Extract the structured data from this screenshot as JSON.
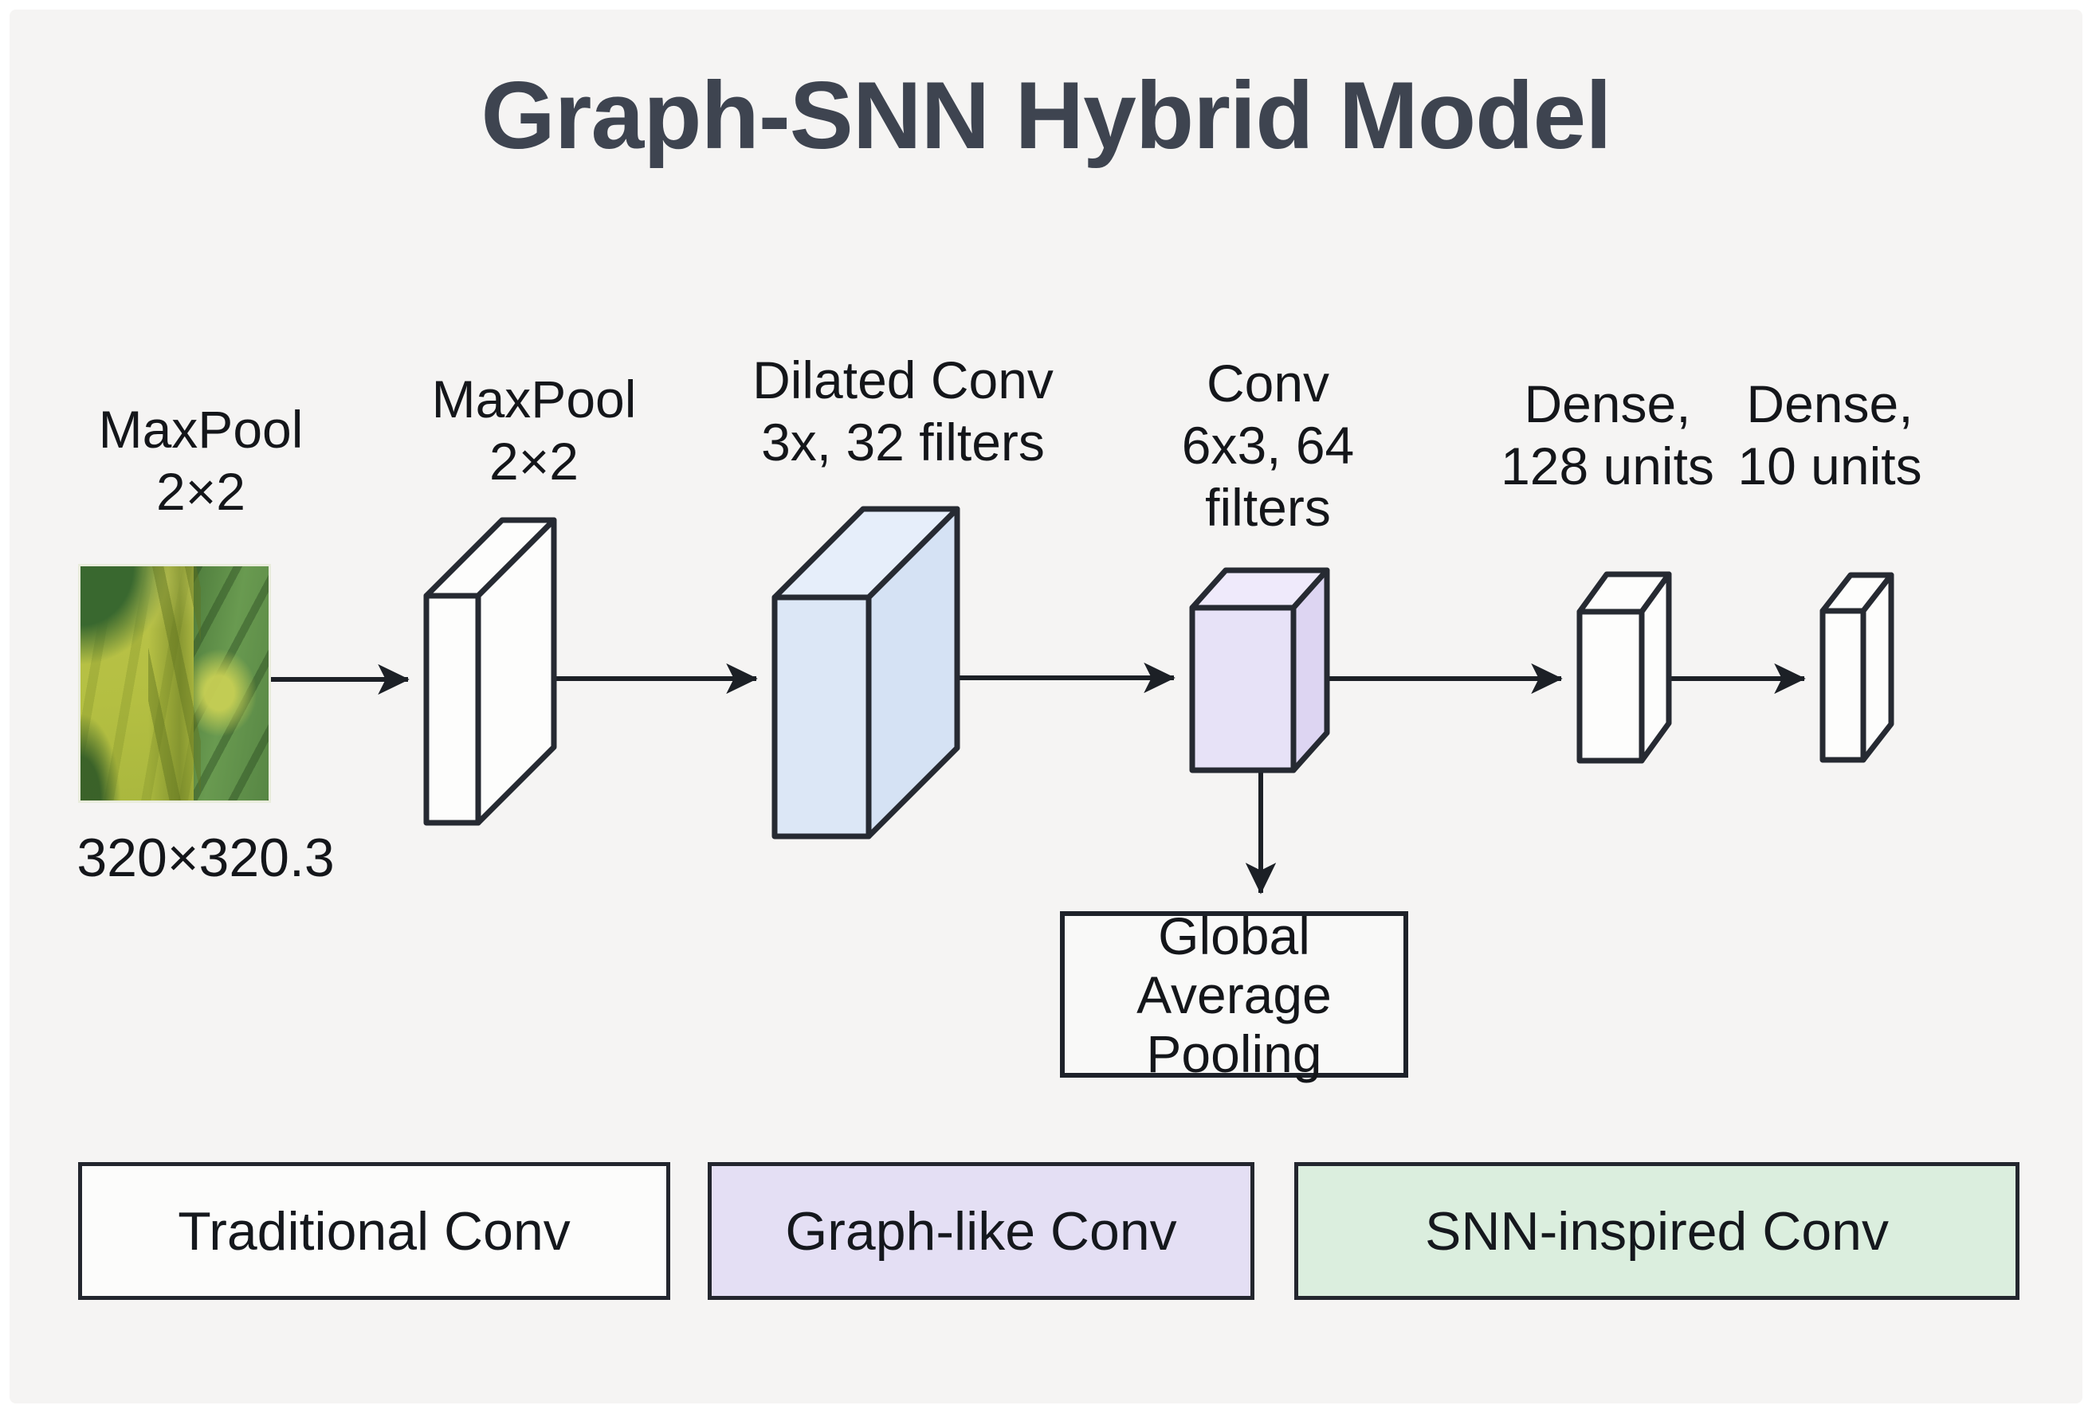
{
  "diagram": {
    "title": "Graph-SNN Hybrid Model",
    "nodes": {
      "input": {
        "top_label": "MaxPool\n2×2",
        "bottom_label": "320×320.3",
        "kind": "leaf-photo"
      },
      "maxpool": {
        "label": "MaxPool\n2×2",
        "fill": "#fdfdfc"
      },
      "dilated_conv": {
        "label": "Dilated Conv\n3x, 32 filters",
        "fill": "#dce7f6",
        "fill_top": "#e6eefa",
        "fill_side": "#d5e2f4"
      },
      "conv": {
        "label": "Conv\n6x3, 64\nfilters",
        "fill": "#e7e2f7",
        "fill_top": "#efeafb",
        "fill_side": "#ddd5f2"
      },
      "dense_128": {
        "label": "Dense,\n128 units",
        "fill": "#fdfdfc"
      },
      "dense_10": {
        "label": "Dense,\n10 units",
        "fill": "#fdfdfc"
      },
      "gap": {
        "label": "Global Average\nPooling",
        "fill": "#f9f9f8"
      }
    },
    "legend": [
      {
        "label": "Traditional Conv",
        "color": "#fcfcfb"
      },
      {
        "label": "Graph-like Conv",
        "color": "#e4dff4"
      },
      {
        "label": "SNN-inspired Conv",
        "color": "#dbeede"
      }
    ],
    "colors": {
      "background": "#f5f4f3",
      "outline": "#23262e",
      "arrow": "#1c2026",
      "title_text": "#3e4450",
      "label_text": "#14161a"
    }
  }
}
